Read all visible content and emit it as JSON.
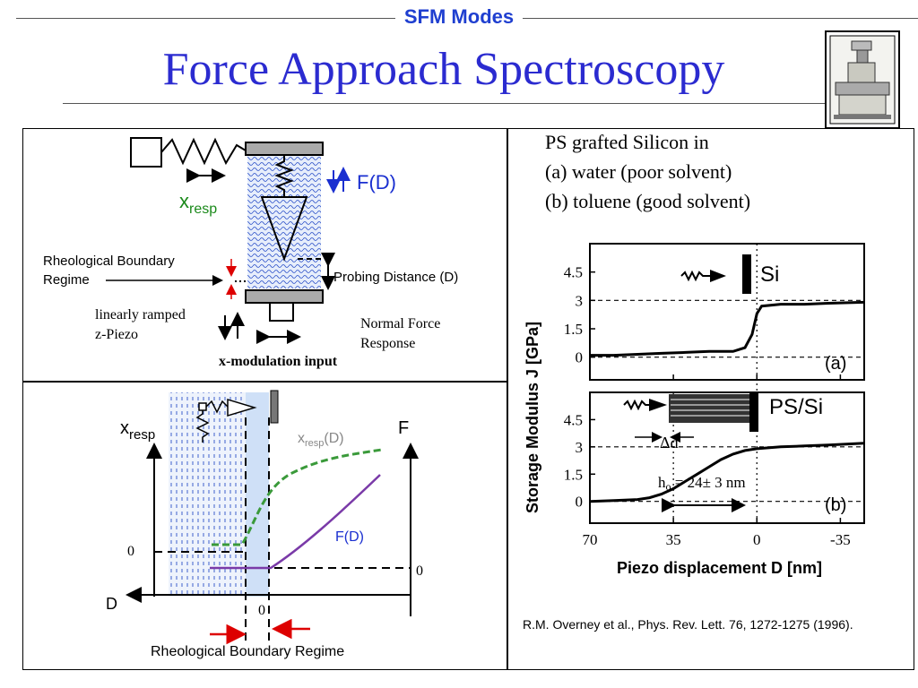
{
  "header": {
    "section": "SFM Modes",
    "title": "Force Approach Spectroscopy",
    "logo_icon": "instrument-photo-icon"
  },
  "upper_left": {
    "x_resp_main": "x",
    "x_resp_sub": "resp",
    "force_label": "F(D)",
    "rheological_line1": "Rheological Boundary",
    "rheological_line2": "Regime",
    "probing_distance": "Probing Distance (D)",
    "piezo_line1": "linearly  ramped",
    "piezo_line2": "z-Piezo",
    "normal_force_line1": "Normal Force",
    "normal_force_line2": "Response",
    "x_modulation": "x-modulation input"
  },
  "lower_left": {
    "y_axis_main": "x",
    "y_axis_sub": "resp",
    "f_axis": "F",
    "d_axis": "D",
    "zero_left": "0",
    "zero_right": "0",
    "zero_bottom": "0",
    "curve_xresp_main": "x",
    "curve_xresp_sub": "resp",
    "curve_xresp_tail": "(D)",
    "curve_force": "F(D)",
    "bottom_label": "Rheological Boundary Regime"
  },
  "right": {
    "ps_lines": [
      "PS grafted Silicon in",
      "(a) water (poor solvent)",
      "(b) toluene (good solvent)"
    ],
    "y_label": "Storage Modulus J [GPa]",
    "x_label": "Piezo displacement D [nm]",
    "panel_a_label": "Si",
    "panel_a_tag": "(a)",
    "panel_b_label": "PS/Si",
    "panel_b_tag": "(b)",
    "delta_d": "Δd",
    "h0": "h",
    "h0_sub": "o",
    "h0_value": " = 24± 3 nm",
    "y_ticks": [
      "4.5",
      "3",
      "1.5",
      "0"
    ],
    "x_ticks": [
      "70",
      "35",
      "0",
      "-35"
    ],
    "citation": "R.M. Overney et al., Phys. Rev. Lett. 76, 1272-1275 (1996)."
  },
  "chart_data": [
    {
      "type": "line",
      "title": "",
      "panel": "(a) Si",
      "xlabel": "Piezo displacement D [nm]",
      "ylabel": "Storage Modulus J [GPa]",
      "xlim": [
        70,
        -45
      ],
      "ylim": [
        -1.2,
        6
      ],
      "x_ticks": [
        70,
        35,
        0,
        -35
      ],
      "y_ticks": [
        4.5,
        3,
        1.5,
        0
      ],
      "reference_lines": {
        "y": [
          3,
          0
        ],
        "x": [
          0
        ]
      },
      "series": [
        {
          "x": [
            70,
            60,
            50,
            40,
            30,
            20,
            10,
            5,
            2,
            0,
            -2,
            -10,
            -20,
            -30,
            -45
          ],
          "y": [
            0.1,
            0.1,
            0.15,
            0.2,
            0.25,
            0.3,
            0.3,
            0.5,
            1.2,
            2.3,
            2.7,
            2.8,
            2.8,
            2.85,
            2.9
          ]
        }
      ]
    },
    {
      "type": "line",
      "title": "",
      "panel": "(b) PS/Si",
      "xlabel": "Piezo displacement D [nm]",
      "ylabel": "Storage Modulus J [GPa]",
      "xlim": [
        70,
        -45
      ],
      "ylim": [
        -1.2,
        6
      ],
      "x_ticks": [
        70,
        35,
        0,
        -35
      ],
      "y_ticks": [
        4.5,
        3,
        1.5,
        0
      ],
      "reference_lines": {
        "y": [
          3,
          0
        ],
        "x": [
          0,
          35
        ]
      },
      "series": [
        {
          "x": [
            70,
            60,
            50,
            45,
            40,
            35,
            30,
            25,
            20,
            15,
            10,
            5,
            0,
            -10,
            -20,
            -30,
            -45
          ],
          "y": [
            0,
            0.05,
            0.1,
            0.2,
            0.4,
            0.7,
            1.1,
            1.5,
            1.9,
            2.3,
            2.6,
            2.8,
            2.9,
            3.0,
            3.05,
            3.1,
            3.2
          ]
        }
      ]
    }
  ]
}
